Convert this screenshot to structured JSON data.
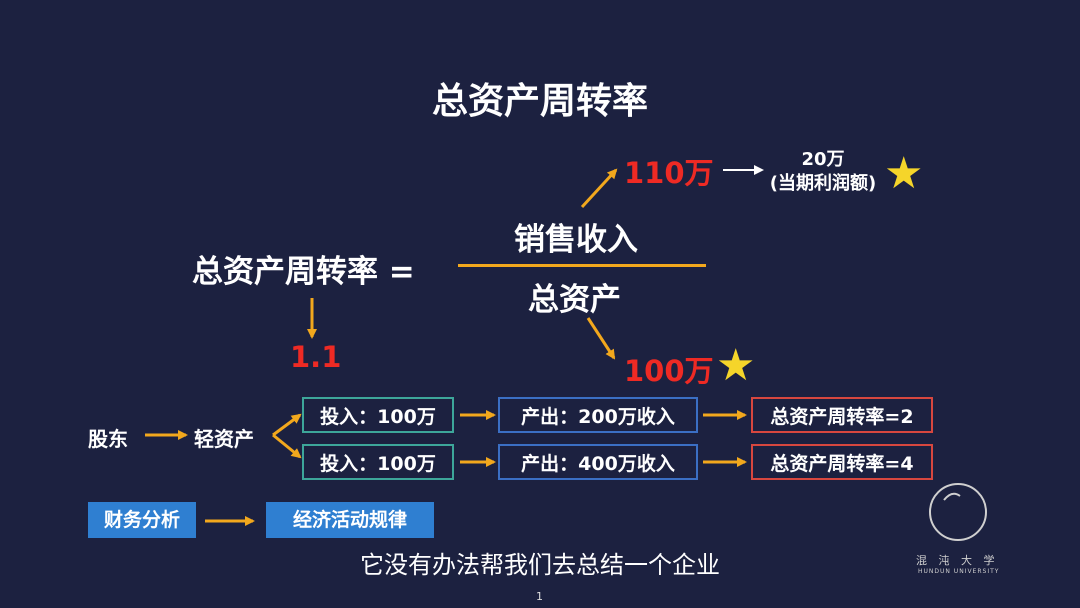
{
  "title": "总资产周转率",
  "formula": {
    "lhs": "总资产周转率 =",
    "numerator": "销售收入",
    "denominator": "总资产",
    "numerator_value": "110万",
    "denominator_value": "100万",
    "result_value": "1.1",
    "profit_value": "20万",
    "profit_label": "(当期利润额)"
  },
  "flow": {
    "start": "股东",
    "asset_type": "轻资产",
    "rows": [
      {
        "input": "投入：100万",
        "output": "产出：200万收入",
        "result": "总资产周转率=2"
      },
      {
        "input": "投入：100万",
        "output": "产出：400万收入",
        "result": "总资产周转率=4"
      }
    ]
  },
  "bottom": {
    "left_label": "财务分析",
    "right_label": "经济活动规律"
  },
  "subtitle": "它没有办法帮我们去总结一个企业",
  "page_number": "1",
  "logo": {
    "name": "混 沌 大 学",
    "english": "HUNDUN UNIVERSITY"
  },
  "colors": {
    "background": "#1c2140",
    "arrow": "#f2a81d",
    "highlight_red": "#ee2a24",
    "star": "#f5d52a",
    "teal_border": "#3da69a",
    "blue_border": "#3b6fc4",
    "red_border": "#d7473f",
    "filled_box": "#2f7fd1"
  },
  "icons": [
    "star-icon",
    "arrow-icon",
    "logo-circle-icon"
  ]
}
